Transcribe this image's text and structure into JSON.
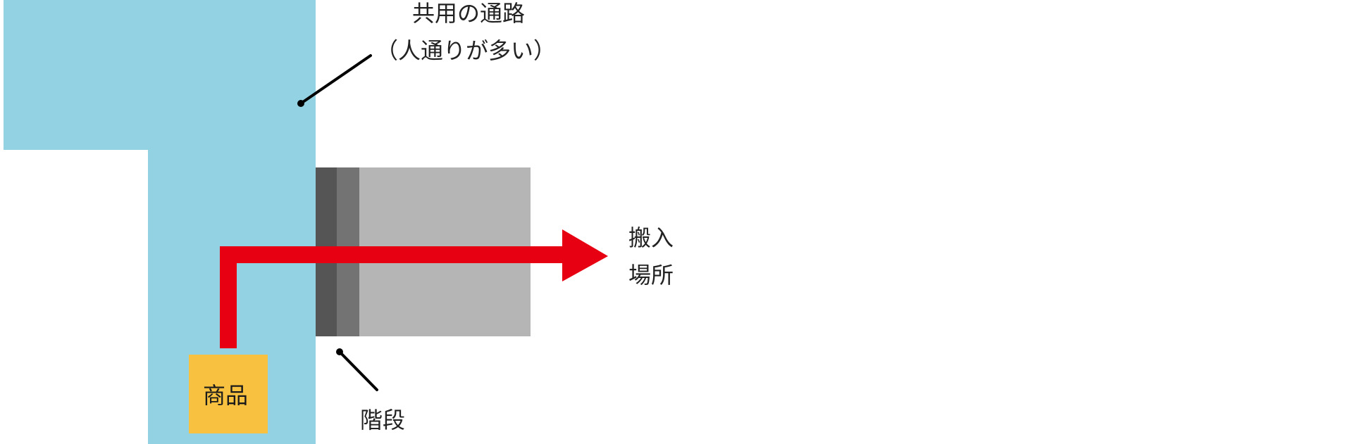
{
  "labels": {
    "corridor_line1": "共用の通路",
    "corridor_line2": "（人通りが多い）",
    "destination_line1": "搬入",
    "destination_line2": "場所",
    "stairs": "階段",
    "goods": "商品"
  },
  "colors": {
    "corridor": "#92d2e3",
    "stairs_dark": "#555555",
    "stairs_mid": "#737373",
    "room": "#b4b5b4",
    "goods_box": "#f8c13f",
    "route_arrow": "#e60012",
    "leader_line": "#000000",
    "text": "#222222"
  },
  "icons": {
    "route": "arrow-right-icon"
  }
}
